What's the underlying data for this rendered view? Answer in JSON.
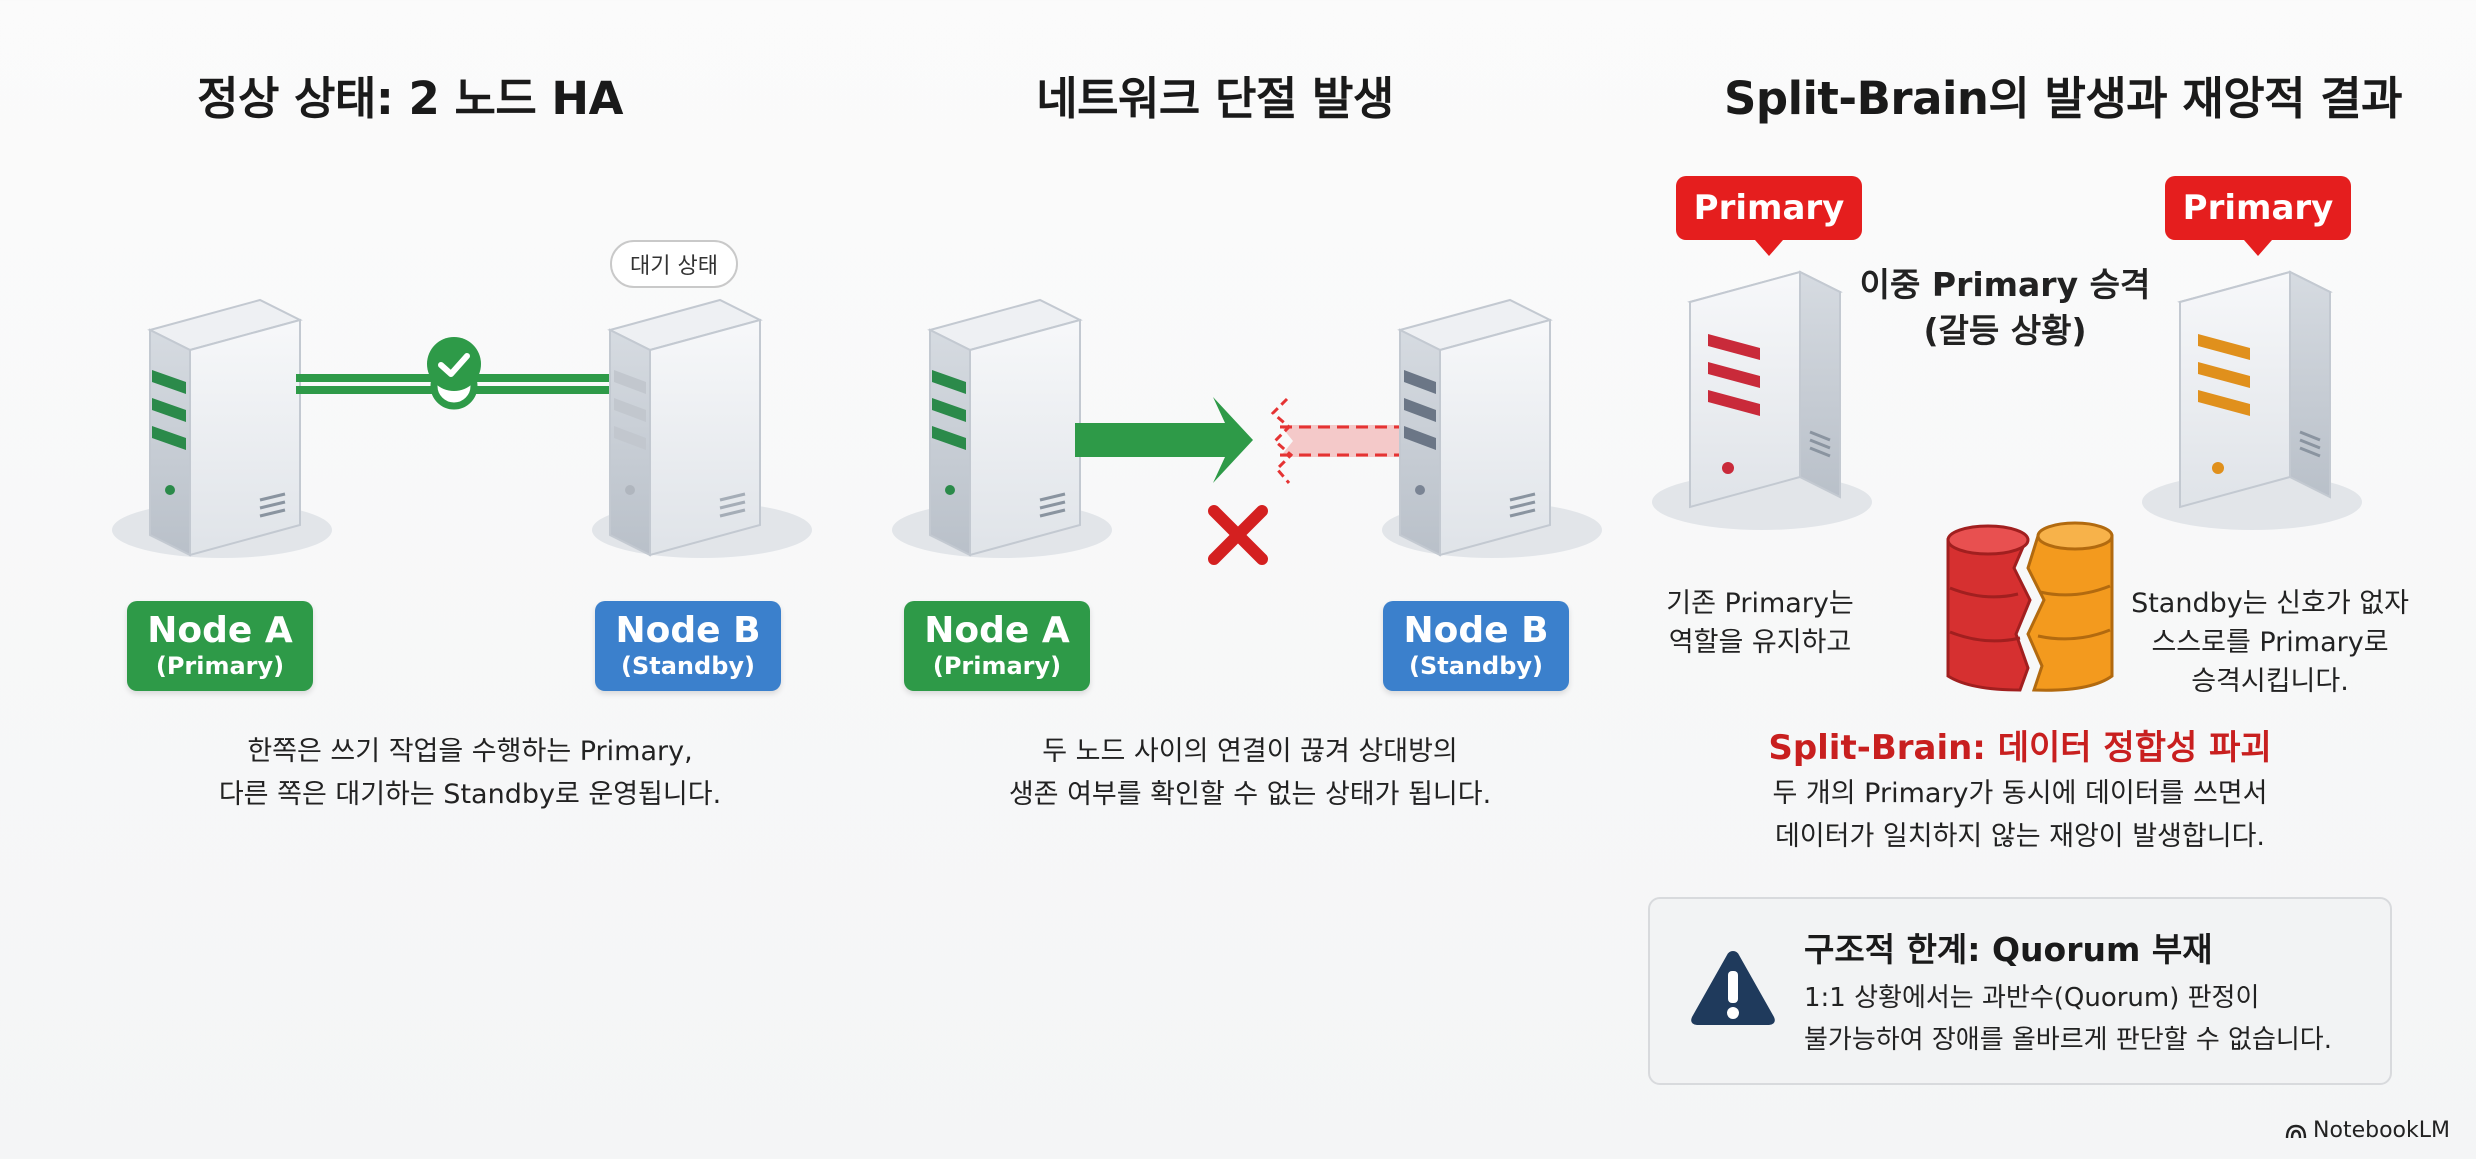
{
  "panel1": {
    "title": "정상 상태: 2 노드 HA",
    "standby_pill": "대기 상태",
    "node_a": {
      "name": "Node A",
      "role": "(Primary)"
    },
    "node_b": {
      "name": "Node B",
      "role": "(Standby)"
    },
    "caption_line1": "한쪽은 쓰기 작업을 수행하는 Primary,",
    "caption_line2": "다른 쪽은 대기하는 Standby로 운영됩니다."
  },
  "panel2": {
    "title": "네트워크 단절 발생",
    "node_a": {
      "name": "Node A",
      "role": "(Primary)"
    },
    "node_b": {
      "name": "Node B",
      "role": "(Standby)"
    },
    "caption_line1": "두 노드 사이의 연결이 끊겨 상대방의",
    "caption_line2": "생존 여부를 확인할 수 없는 상태가 됩니다."
  },
  "panel3": {
    "title": "Split-Brain의 발생과 재앙적 결과",
    "primary_left": "Primary",
    "primary_right": "Primary",
    "dual_line1": "이중 Primary 승격",
    "dual_line2": "(갈등 상황)",
    "left_line1": "기존 Primary는",
    "left_line2": "역할을 유지하고",
    "right_line1": "Standby는 신호가 없자",
    "right_line2": "스스로를 Primary로",
    "right_line3": "승격시킵니다.",
    "sb_title": "Split-Brain: 데이터 정합성 파괴",
    "sb_line1": "두 개의 Primary가 동시에 데이터를 쓰면서",
    "sb_line2": "데이터가 일치하지 않는 재앙이 발생합니다."
  },
  "warning": {
    "title": "구조적 한계: Quorum 부재",
    "line1": "1:1 상황에서는 과반수(Quorum) 판정이",
    "line2": "불가능하여 장애를 올바르게 판단할 수 없습니다."
  },
  "brand": "NotebookLM",
  "colors": {
    "green": "#2e9a48",
    "blue": "#3b80cc",
    "red": "#e51e1e",
    "dark_red_text": "#c81f1f",
    "warning_icon": "#1f3a5c",
    "orange": "#f39a1e"
  },
  "icons": [
    "check-icon",
    "cross-icon",
    "warning-icon",
    "database-icon",
    "server-icon",
    "brand-logo-icon"
  ]
}
